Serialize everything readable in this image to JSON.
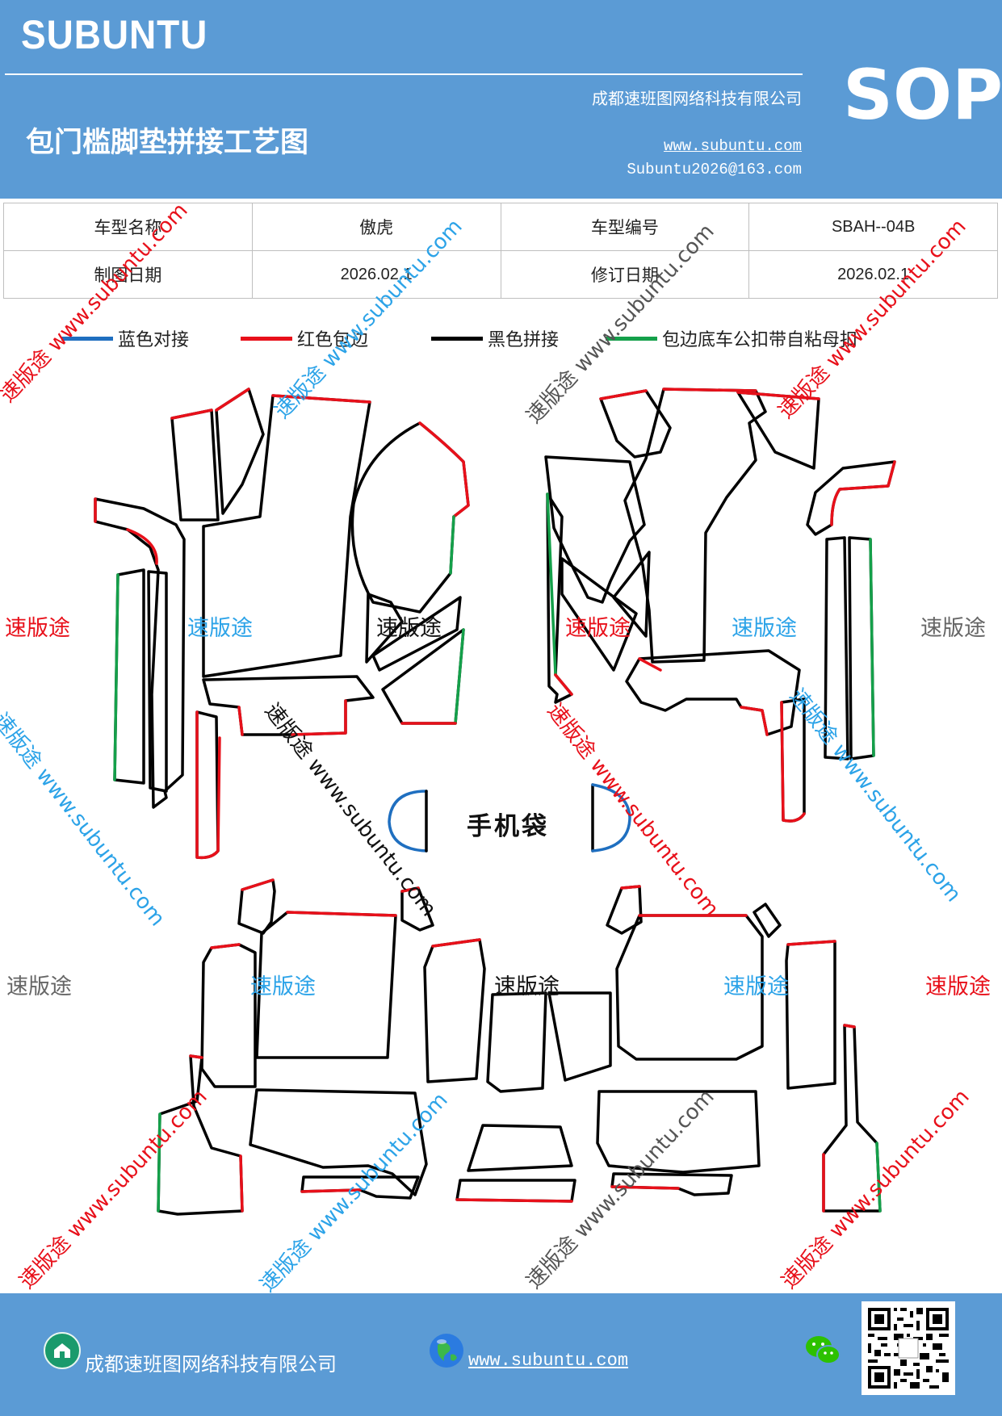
{
  "header": {
    "brand": "SUBUNTU",
    "company": "成都速班图网络科技有限公司",
    "title": "包门槛脚垫拼接工艺图",
    "website": "www.subuntu.com",
    "email": "Subuntu2026@163.com",
    "badge": "SOP"
  },
  "info": {
    "model_name_label": "车型名称",
    "model_name_value": "傲虎",
    "model_code_label": "车型编号",
    "model_code_value": "SBAH--04B",
    "draw_date_label": "制图日期",
    "draw_date_value": "2026.02.1",
    "revise_date_label": "修订日期",
    "revise_date_value": "2026.02.1"
  },
  "legend": [
    {
      "label": "蓝色对接",
      "color": "#1f6fc0"
    },
    {
      "label": "红色包边",
      "color": "#e8101a"
    },
    {
      "label": "黑色拼接",
      "color": "#000000"
    },
    {
      "label": "包边底车公扣带自粘母扣",
      "color": "#14a04a"
    }
  ],
  "watermark": {
    "short": "速版途",
    "long": "速版途 www.subuntu.com"
  },
  "diagram": {
    "phone_pocket_label": "手机袋"
  },
  "colors": {
    "header_bg": "#5b9bd5",
    "wm_red": "#e8101a",
    "wm_blue": "#2ca3e8",
    "wm_gray": "#666666",
    "wm_black": "#111111"
  },
  "footer": {
    "company": "成都速班图网络科技有限公司",
    "website": "www.subuntu.com",
    "icons": [
      "company-badge-icon",
      "globe-icon",
      "wechat-icon",
      "qr-code"
    ]
  }
}
